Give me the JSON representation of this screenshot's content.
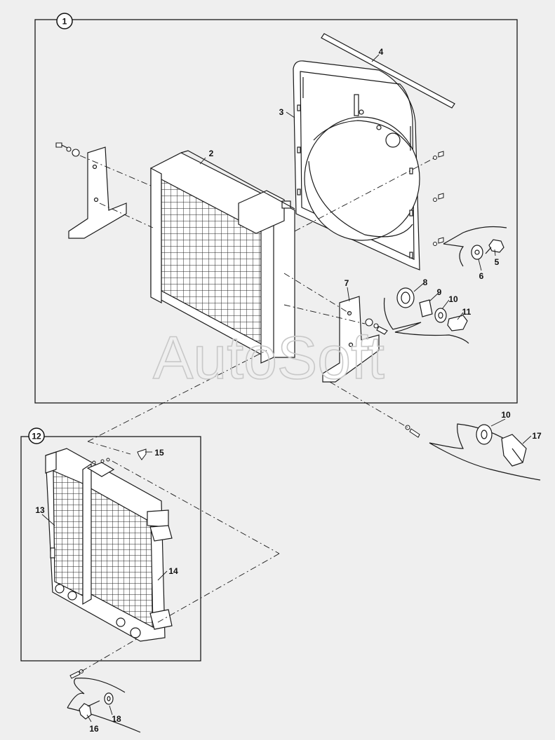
{
  "diagram": {
    "groups": [
      {
        "id": "1",
        "parts": [
          "2",
          "3",
          "4",
          "5",
          "6",
          "7",
          "8",
          "9",
          "10",
          "11"
        ]
      },
      {
        "id": "12",
        "parts": [
          "13",
          "14",
          "15",
          "16",
          "18"
        ]
      }
    ],
    "callouts": {
      "p2": "2",
      "p3": "3",
      "p4": "4",
      "p5": "5",
      "p6": "6",
      "p7": "7",
      "p8": "8",
      "p9": "9",
      "p10a": "10",
      "p11": "11",
      "p10b": "10",
      "p17": "17",
      "p13": "13",
      "p14": "14",
      "p15": "15",
      "p16": "16",
      "p18": "18"
    },
    "group_labels": {
      "g1": "1",
      "g12": "12"
    },
    "watermark": "AutoSoft",
    "colors": {
      "background": "#efefef",
      "line": "#1a1a1a",
      "watermark": "#c8c8c8"
    }
  }
}
